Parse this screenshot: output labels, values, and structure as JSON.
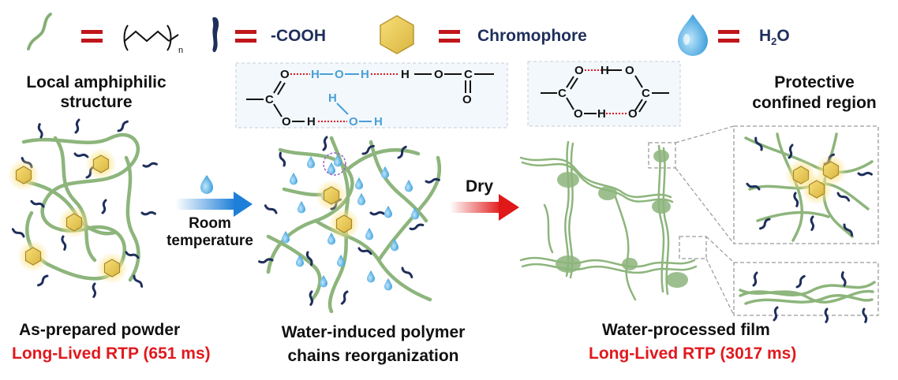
{
  "legend": {
    "polymer_subscript": "n",
    "cooh_label": "-COOH",
    "chromophore_label": "Chromophore",
    "water_label_main": "H",
    "water_label_sub": "2",
    "water_label_tail": "O"
  },
  "labels": {
    "local_amphiphilic_line1": "Local amphiphilic",
    "local_amphiphilic_line2": "structure",
    "protective_line1": "Protective",
    "protective_line2": "confined region",
    "room_line1": "Room",
    "room_line2": "temperature",
    "dry": "Dry"
  },
  "stages": {
    "powder_title": "As-prepared powder",
    "powder_rtp": "Long-Lived RTP (651 ms)",
    "water_line1": "Water-induced polymer",
    "water_line2": "chains reorganization",
    "film_title": "Water-processed film",
    "film_rtp": "Long-Lived RTP (3017 ms)"
  },
  "chem_box1": {
    "atoms": [
      "O",
      "H",
      "O",
      "H",
      "H",
      "O",
      "C",
      "O",
      "C",
      "O",
      "H",
      "H",
      "O",
      "H",
      "H"
    ]
  },
  "chem_box2": {
    "atoms": [
      "O",
      "H",
      "O",
      "C",
      "C",
      "O",
      "H",
      "O"
    ]
  },
  "colors": {
    "polymer_green": "#8db57c",
    "cooh_navy": "#1f2f5c",
    "chromophore_gold": "#e8c95a",
    "water_blue": "#5fb2e8",
    "rtp_red": "#e0191e",
    "equals_red": "#c0161b",
    "hbond_red": "#e0191e",
    "chem_blue": "#4a9fd6"
  }
}
